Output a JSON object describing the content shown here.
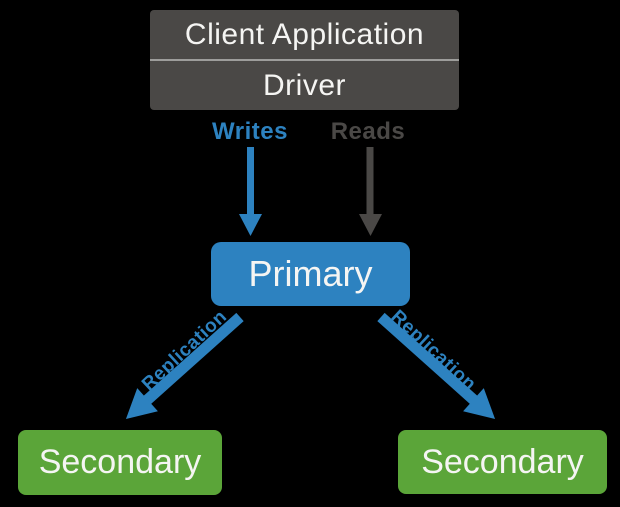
{
  "colors": {
    "bg": "#000000",
    "dark_gray": "#4a4846",
    "divider": "#9d9d9b",
    "blue": "#2d82c0",
    "green": "#5ba539",
    "text": "#f5f5f3"
  },
  "client_box": {
    "title": "Client Application",
    "subtitle": "Driver"
  },
  "flow_labels": {
    "writes": "Writes",
    "reads": "Reads"
  },
  "nodes": {
    "primary": "Primary",
    "secondary_left": "Secondary",
    "secondary_right": "Secondary"
  },
  "replication_labels": {
    "left": "Replication",
    "right": "Replication"
  }
}
